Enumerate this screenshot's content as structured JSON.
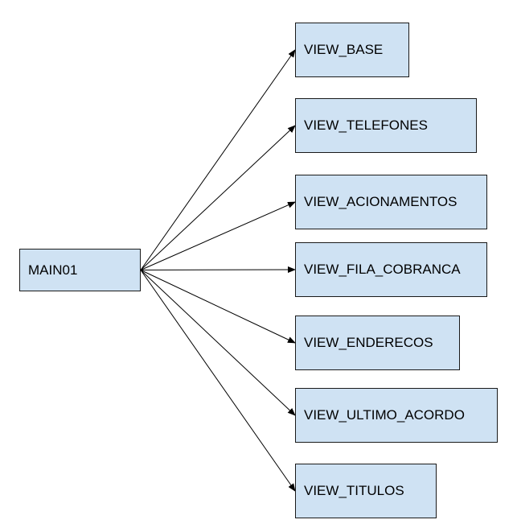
{
  "colors": {
    "node_fill": "#cfe2f3",
    "node_border": "#1a1a1a",
    "edge": "#000000",
    "background": "#ffffff"
  },
  "root": {
    "label": "MAIN01"
  },
  "children": [
    {
      "label": "VIEW_BASE"
    },
    {
      "label": "VIEW_TELEFONES"
    },
    {
      "label": "VIEW_ACIONAMENTOS"
    },
    {
      "label": "VIEW_FILA_COBRANCA"
    },
    {
      "label": "VIEW_ENDERECOS"
    },
    {
      "label": "VIEW_ULTIMO_ACORDO"
    },
    {
      "label": "VIEW_TITULOS"
    }
  ]
}
